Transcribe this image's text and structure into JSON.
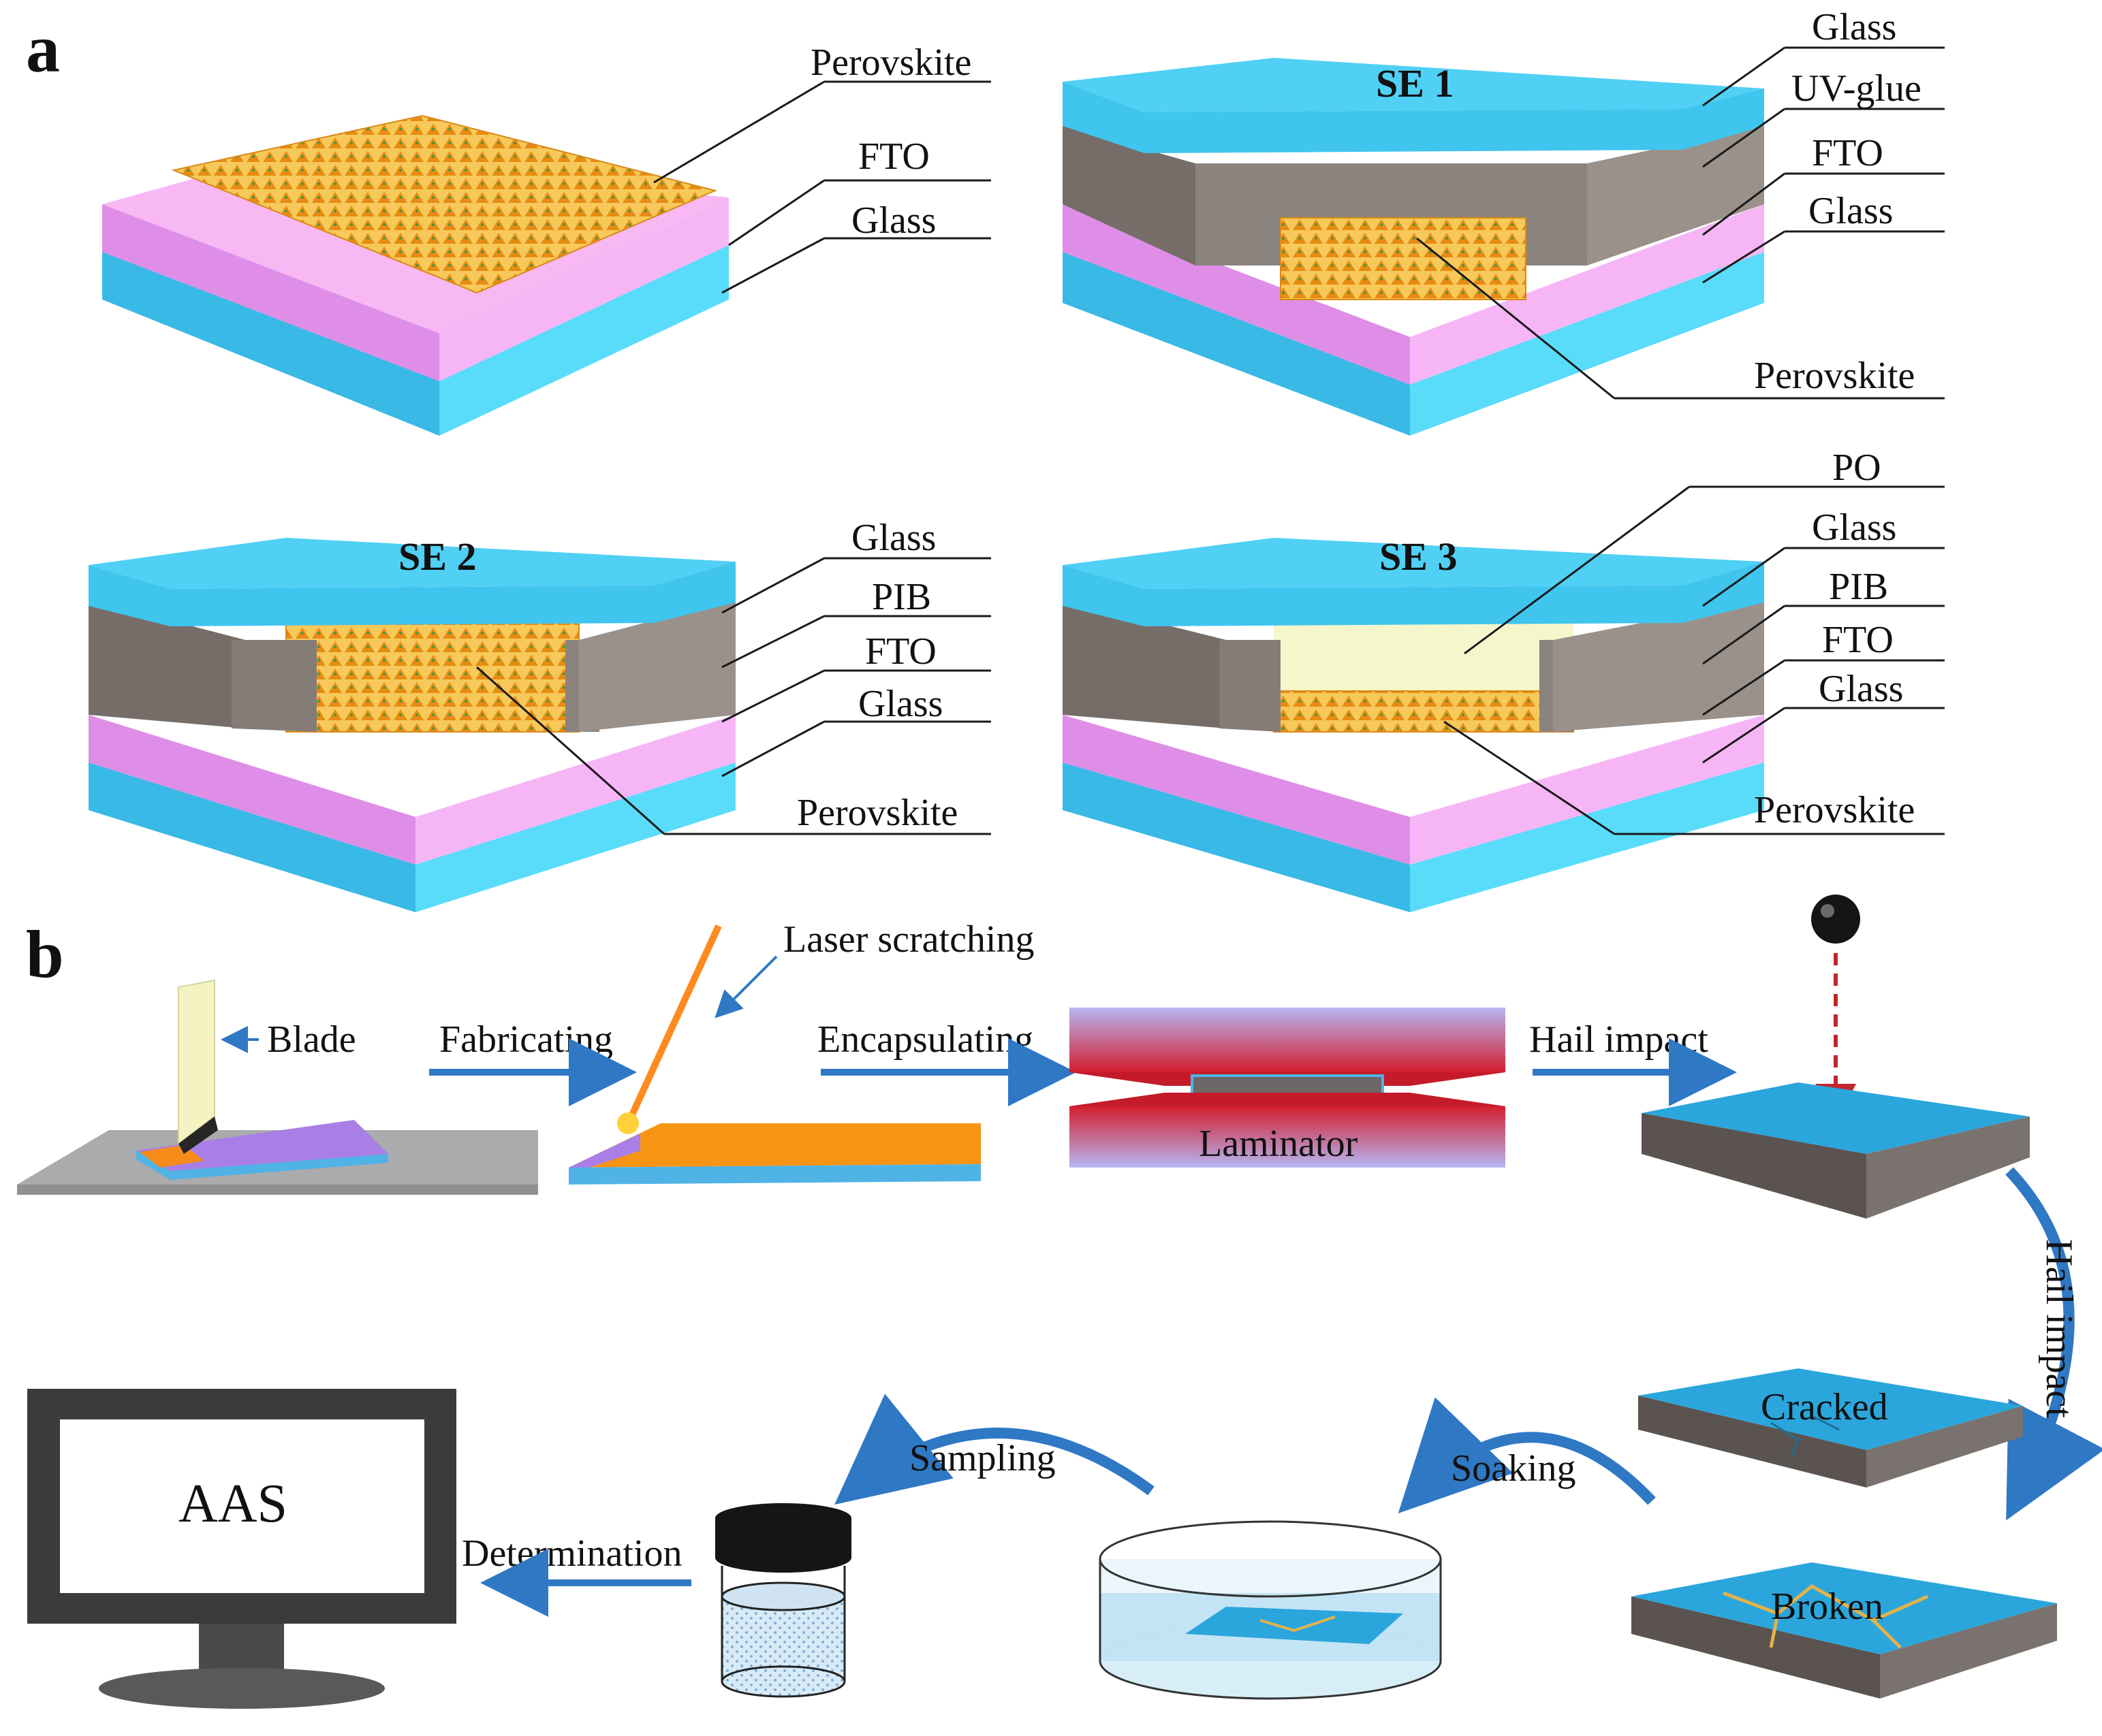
{
  "panel_a": {
    "letter": "a",
    "bare": {
      "labels": [
        "Perovskite",
        "FTO",
        "Glass"
      ]
    },
    "se1": {
      "title": "SE 1",
      "labels": [
        "Glass",
        "UV-glue",
        "FTO",
        "Glass",
        "Perovskite"
      ]
    },
    "se2": {
      "title": "SE 2",
      "labels": [
        "Glass",
        "PIB",
        "FTO",
        "Glass",
        "Perovskite"
      ]
    },
    "se3": {
      "title": "SE 3",
      "labels": [
        "PO",
        "Glass",
        "PIB",
        "FTO",
        "Glass",
        "Perovskite"
      ]
    }
  },
  "panel_b": {
    "letter": "b",
    "blade": "Blade",
    "laser": "Laser scratching",
    "steps": {
      "fabricating": "Fabricating",
      "encapsulating": "Encapsulating",
      "hail_impact_1": "Hail impact",
      "hail_impact_2": "Hail impact",
      "soaking": "Soaking",
      "sampling": "Sampling",
      "determination": "Determination"
    },
    "laminator": "Laminator",
    "cracked": "Cracked",
    "broken": "Broken",
    "monitor": "AAS"
  },
  "colors": {
    "glass": "#3cc4ee",
    "fto": "#f5a6f2",
    "uv_glue": "#8d8580",
    "perovskite": "#f3b53a",
    "po": "#f6f6cc",
    "arrow": "#2f78c4",
    "hail_drop": "#c0272d",
    "laser": "#ff8a1e"
  }
}
